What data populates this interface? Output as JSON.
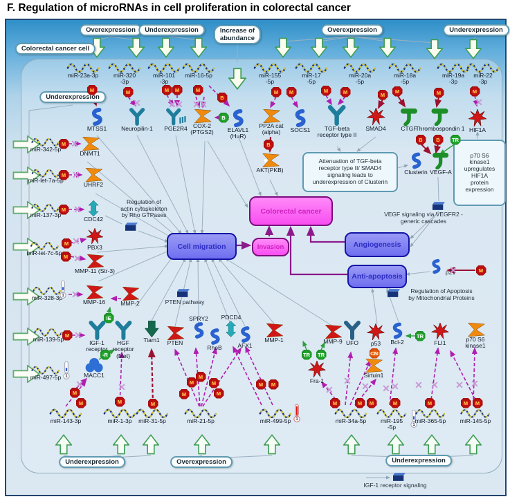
{
  "title": "F. Regulation of microRNAs in cell proliferation in colorectal cancer",
  "pills": {
    "cell": "Colorectal cancer cell",
    "over": "Overexpression",
    "under": "Underexpression",
    "inc": "Increase of\nabundance"
  },
  "mirnas": {
    "top": [
      "miR-23a-3p",
      "miR-320\n-3p",
      "miR-101\n-3p",
      "miR-16-5p",
      "miR-155\n-5p",
      "miR-17\n-5p",
      "miR-20a\n-5p",
      "miR-18a\n-5p",
      "miR-19a\n-3p",
      "miR-22\n-3p"
    ],
    "left": [
      "miR-342-5p",
      "miR-let-7a-5p",
      "miR-137-3p",
      "miR-let-7c-5p",
      "miR-328-3p",
      "miR-139-5p",
      "miR-497-5p"
    ],
    "bottom": [
      "miR-143-3p",
      "miR-1-3p",
      "miR-31-5p",
      "miR-21-5p",
      "miR-499-5p",
      "miR-34a-5p",
      "miR-195\n-5p",
      "miR-365-5p",
      "miR-145-5p"
    ]
  },
  "proteins": {
    "mtss1": "MTSS1",
    "neuropilin": "Neuropilin-1",
    "pge2r4": "PGE2R4",
    "cox2": "COX-2\n(PTGS2)",
    "elavl1": "ELAVL1\n(HuR)",
    "pp2a": "PP2A cat\n(alpha)",
    "akt": "AKT(PKB)",
    "socs1": "SOCS1",
    "tgfbr2": "TGF-beta\nreceptor type II",
    "smad4": "SMAD4",
    "ctgf": "CTGF",
    "tsp1": "Thrombospondin 1",
    "hif1a": "HIF1A",
    "clusterin": "Clusterin",
    "vegfa": "VEGF-A",
    "dnmt1": "DNMT1",
    "uhrf2": "UHRF2",
    "cdc42": "CDC42",
    "pbx3": "PBX3",
    "mmp11": "MMP-11 (Str-3)",
    "mmp16": "MMP-16",
    "mmp2": "MMP-2",
    "igf1r": "IGF-1\nreceptor",
    "hgfr": "HGF\nreceptor\n(Met)",
    "macc1": "MACC1",
    "tiam1": "Tiam1",
    "pten": "PTEN",
    "spry2": "SPRY2",
    "rhob": "RhoB",
    "pdcd4": "PDCD4",
    "afx1": "AFX1",
    "mmp1": "MMP-1",
    "mmp9": "MMP-9",
    "ufo": "UFO",
    "p53": "p53",
    "bcl2": "Bcl-2",
    "fli1": "FLI1",
    "p70s6": "p70 S6\nkinase1",
    "fra1": "Fra-1",
    "sirt1": "Sirtuin1",
    "p21": "p21"
  },
  "processes": {
    "cell_migration": "Cell migration",
    "invasion": "Invasion",
    "colorectal_cancer": "Colorectal cancer",
    "angiogenesis": "Angiogenesis",
    "anti_apoptosis": "Anti-apoptosis"
  },
  "notes": {
    "rho": "Regulation of\nactin cytoskeleton\nby Rho GTPases",
    "pten_pathway": "PTEN pathway",
    "vegf": "VEGF signaling via VEGFR2 -\ngeneric cascades",
    "apoptosis": "Regulation of Apoptosis\nby Mitochondrial Proteins",
    "attenuation": "Attenuation of TGF-beta\nreceptor type II/ SMAD4\nsignaling leads to\nunderexpression of Clusterin",
    "p70": "p70 S6\nkinase1\nupregulates\nHIF1A\nprotein\nexpression",
    "igf": "IGF-1 receptor signaling"
  },
  "badges": {
    "m": "M",
    "b": "B",
    "tr": "TR",
    "ie": "IE",
    "cm": "CM",
    "r": "-R",
    "one": "1"
  },
  "colors": {
    "process_blue": "#6f6ff0",
    "process_magenta": "#f84ef0",
    "mirna_inhibition": "#b01db0",
    "activation": "#9c1030",
    "enzyme_orange": "#f08a0e",
    "receptor_teal": "#1f7d9c",
    "helix_blue": "#2a62cf",
    "star_red": "#cf1717",
    "ligand_green": "#1d8e28"
  }
}
